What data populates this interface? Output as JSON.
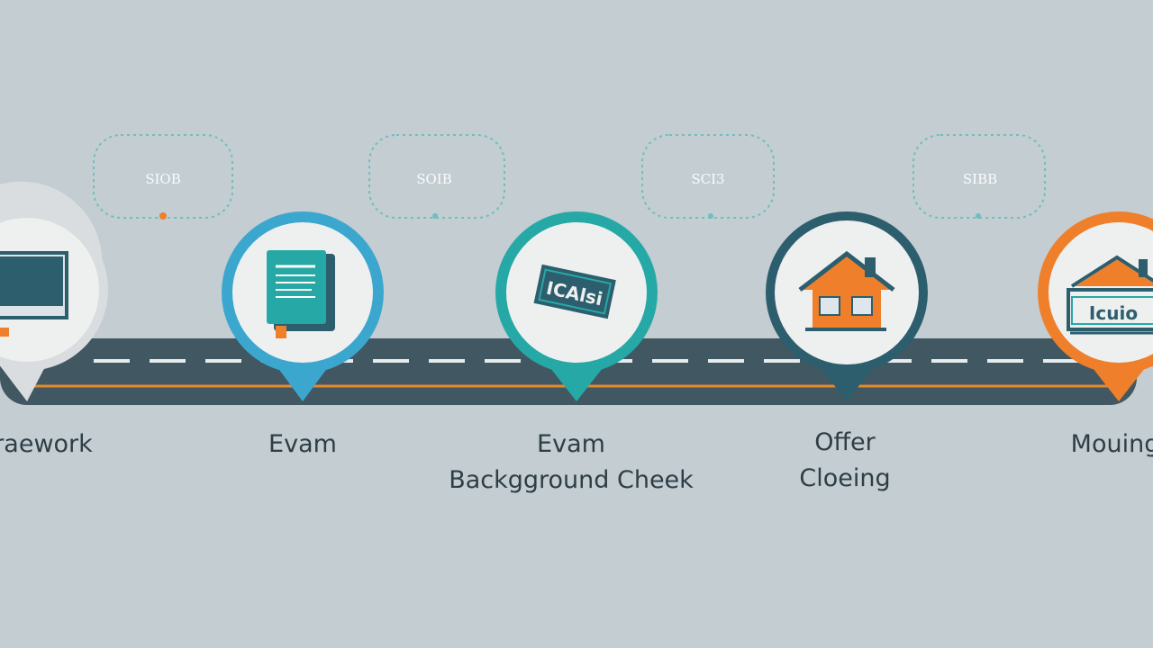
{
  "colors": {
    "background": "#c3cdd2",
    "road": "#415761",
    "road_dash": "#e6eced",
    "road_line": "#e38a2e",
    "dotted": "#6fbfbd",
    "marker_fill": "#eef0f0",
    "dark_teal": "#2d5e6d",
    "teal": "#26a9a6",
    "light_blue": "#3ba7cf",
    "orange": "#ef7f2b",
    "gray_ring": "#d9dddf"
  },
  "steps": [
    {
      "label": "raework",
      "label2": "",
      "bubble_text": "",
      "icon": "computer-monitor-icon",
      "ring_color": "#d9dddf"
    },
    {
      "label": "Evam",
      "label2": "",
      "bubble_text": "SIOB",
      "icon": "document-book-icon",
      "ring_color": "#3ba7cf"
    },
    {
      "label": "Evam",
      "label2": "Backgground Cheek",
      "bubble_text": "SOIB",
      "icon": "stamp-card-icon",
      "stamp_text": "ICAlsi",
      "ring_color": "#26a9a6"
    },
    {
      "label": "Offer",
      "label2": "Cloeing",
      "bubble_text": "SCI3",
      "icon": "house-icon",
      "ring_color": "#2d5e6d"
    },
    {
      "label": "Mouing",
      "label2": "",
      "bubble_text": "SIBB",
      "icon": "house-sign-icon",
      "sign_text": "Icuio",
      "ring_color": "#ef7f2b"
    }
  ]
}
